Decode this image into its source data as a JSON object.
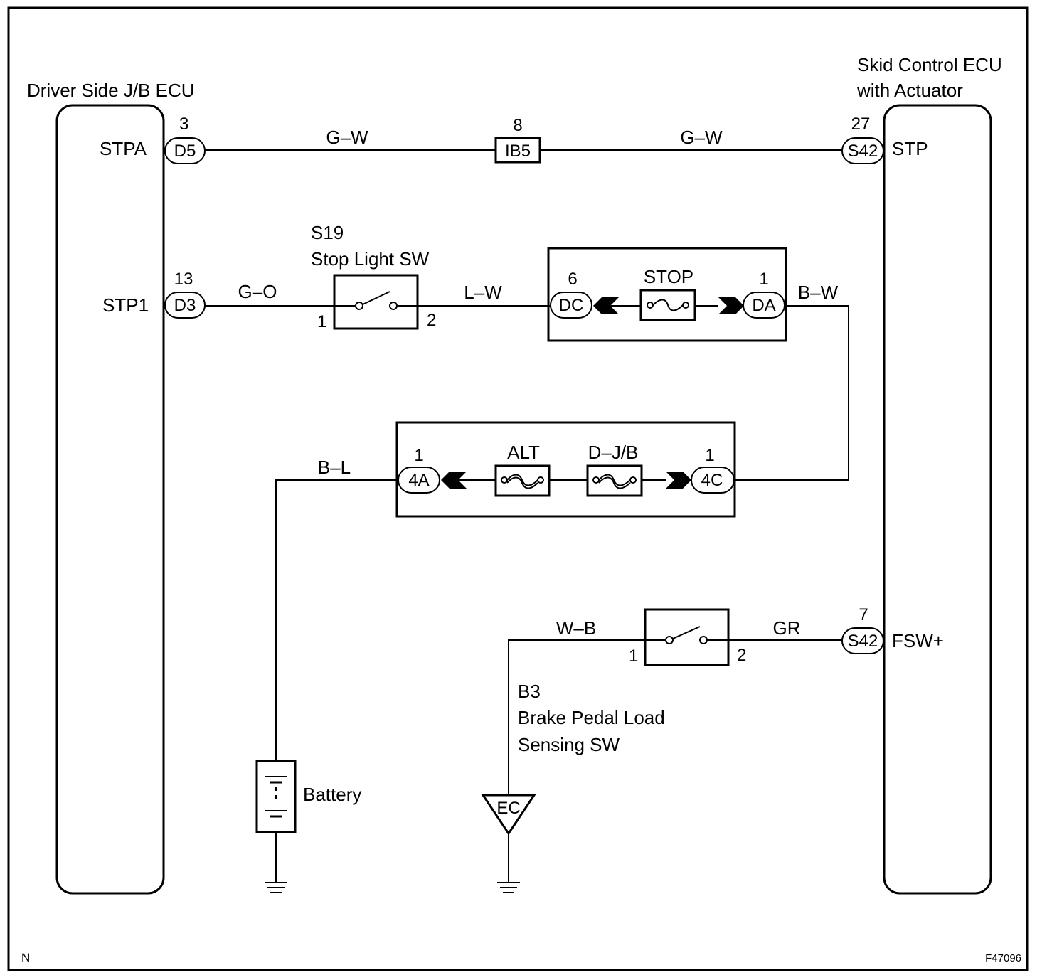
{
  "left_ecu": {
    "name": "Driver Side J/B ECU",
    "stpa": "STPA",
    "stp1": "STP1"
  },
  "right_ecu": {
    "name_line1": "Skid Control ECU",
    "name_line2": "with Actuator",
    "stp": "STP",
    "fsw": "FSW+"
  },
  "connectors": {
    "d5": {
      "id": "D5",
      "pin": "3"
    },
    "d3": {
      "id": "D3",
      "pin": "13"
    },
    "ib5": {
      "id": "IB5",
      "pin": "8"
    },
    "s42_stp": {
      "id": "S42",
      "pin": "27"
    },
    "s42_fsw": {
      "id": "S42",
      "pin": "7"
    },
    "dc": {
      "id": "DC",
      "pin": "6"
    },
    "da": {
      "id": "DA",
      "pin": "1"
    },
    "c4a": {
      "id": "4A",
      "pin": "1"
    },
    "c4c": {
      "id": "4C",
      "pin": "1"
    },
    "ec": {
      "id": "EC"
    }
  },
  "wires": {
    "stpa_left": "G–W",
    "stpa_right": "G–W",
    "go": "G–O",
    "lw": "L–W",
    "bw": "B–W",
    "bl": "B–L",
    "wb": "W–B",
    "gr": "GR"
  },
  "stop_light_sw": {
    "code": "S19",
    "name": "Stop Light SW",
    "pin1": "1",
    "pin2": "2"
  },
  "brake_sw": {
    "code": "B3",
    "name_line1": "Brake Pedal Load",
    "name_line2": "Sensing SW",
    "pin1": "1",
    "pin2": "2"
  },
  "fuses": {
    "stop": "STOP",
    "alt": "ALT",
    "djb": "D–J/B"
  },
  "battery": "Battery",
  "corner_left": "N",
  "figure_code": "F47096"
}
